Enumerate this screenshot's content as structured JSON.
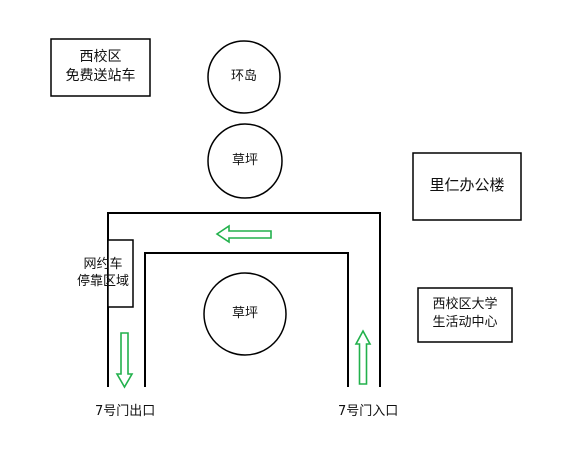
{
  "boxes": {
    "shuttle": {
      "line1": "西校区",
      "line2": "免费送站车"
    },
    "office": {
      "line1": "里仁办公楼"
    },
    "activity_center": {
      "line1": "西校区大学",
      "line2": "生活动中心"
    },
    "rideshare": {
      "line1": "网约车",
      "line2": "停靠区域"
    }
  },
  "circles": {
    "roundabout": "环岛",
    "lawn_top": "草坪",
    "lawn_center": "草坪"
  },
  "gates": {
    "exit": "7号门出口",
    "entrance": "7号门入口"
  },
  "colors": {
    "road": "#000000",
    "arrow": "#22b14c",
    "background": "#ffffff"
  },
  "icons": {
    "flow_left": "arrow-left-icon",
    "flow_down": "arrow-down-icon",
    "flow_up": "arrow-up-icon"
  }
}
